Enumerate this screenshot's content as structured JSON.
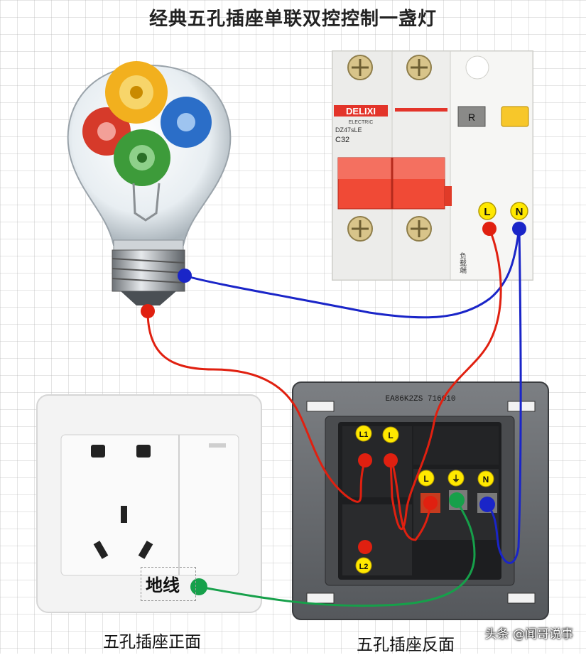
{
  "title": "经典五孔插座单联双控控制一盏灯",
  "breaker": {
    "brand": "DELIXI",
    "brand_sub": "ELECTRIC",
    "model": "DZ47sLE",
    "rating": "C32",
    "reset_key": "R",
    "terminal_L": "L",
    "terminal_N": "N",
    "load_label": "负载端"
  },
  "socket_back": {
    "model_code": "EA86K2ZS 716010",
    "terminal_L1": "L1",
    "terminal_L": "L",
    "terminal_L2": "L2",
    "terminal_L_socket": "L",
    "terminal_ground": "⏚",
    "terminal_N": "N"
  },
  "labels": {
    "ground_wire": "地线",
    "front_caption": "五孔插座正面",
    "back_caption": "五孔插座反面"
  },
  "watermark": "头条 @闻哥说事",
  "colors": {
    "live_wire": "#e02010",
    "neutral_wire": "#1a25c8",
    "ground_wire": "#16a04a",
    "terminal_yellow": "#ffe800"
  }
}
